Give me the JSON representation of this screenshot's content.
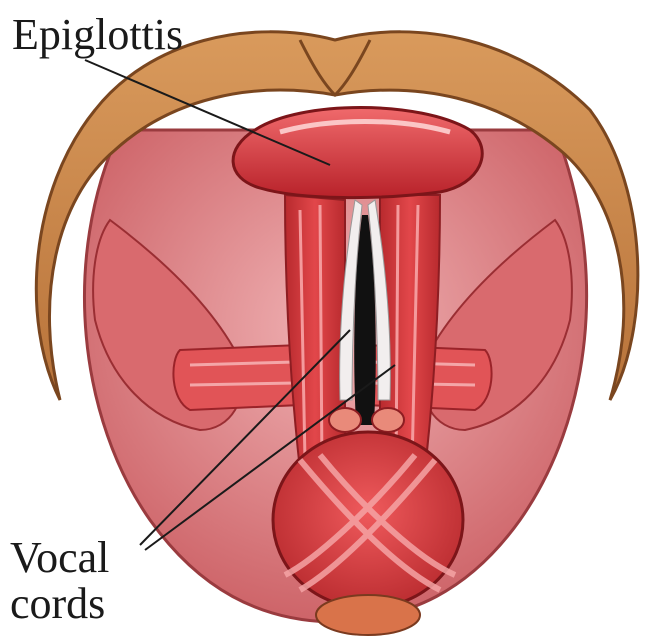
{
  "labels": {
    "epiglottis": "Epiglottis",
    "vocal_line1": "Vocal",
    "vocal_line2": "cords"
  },
  "colors": {
    "cartilage": "#c9864a",
    "cartilage_dark": "#8a5226",
    "muscle": "#d83a3c",
    "muscle_dark": "#a51e24",
    "muscle_light": "#ef8c8c",
    "tissue": "#e58e92",
    "airway": "#111111",
    "background": "#ffffff"
  }
}
